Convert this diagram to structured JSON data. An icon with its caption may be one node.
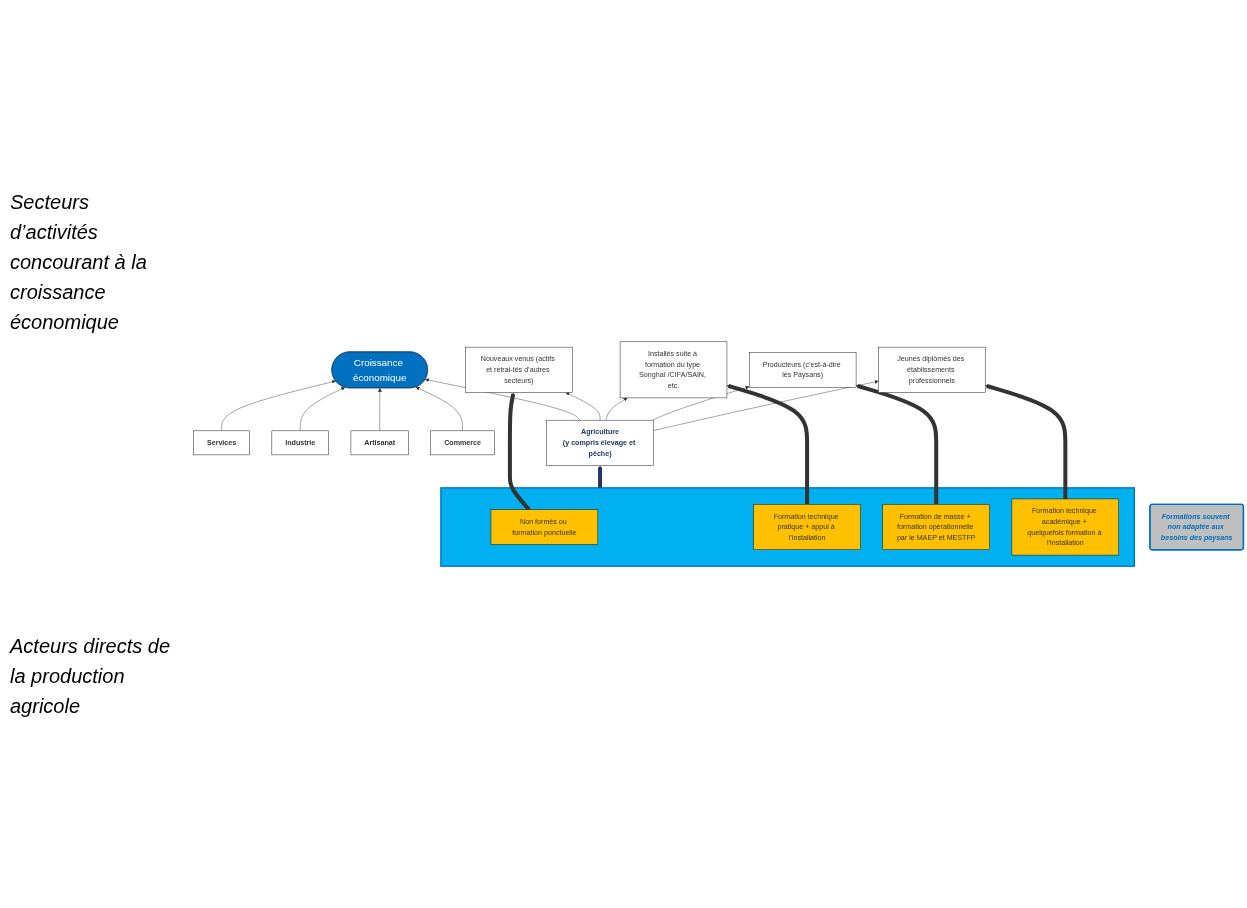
{
  "diagram": {
    "nodes": [
      {
        "text": [
          "Croissance économique"
        ]
      },
      {
        "text": [
          "Services"
        ]
      },
      {
        "text": [
          "Industrie"
        ]
      },
      {
        "text": [
          "Artisanat"
        ]
      },
      {
        "text": [
          "Commerce"
        ]
      },
      {
        "text": [
          "Agriculture",
          "(y compris élevage et pêche)"
        ]
      },
      {
        "text": [
          "Nouveaux venus (actifs et retrai-tés d’autres secteurs)"
        ]
      },
      {
        "text": [
          "Installés suite à formation du type Songhaï /CIFA/SAIN, etc."
        ]
      },
      {
        "text": [
          "Producteurs (c’est-à-dire les Paysans)"
        ]
      },
      {
        "text": [
          "Jeunes diplômés des établissements professionnels"
        ]
      },
      {
        "text": [],
        "shape": "box"
      },
      {
        "text": [
          "Non formés ou formation ponctuelle"
        ],
        "in": 10
      },
      {
        "text": [
          "Formation technique pratique + appui à l’installation"
        ],
        "in": 10
      },
      {
        "text": [
          "Formation de masse + formation opérationnelle par le MAEP et MESTFP"
        ],
        "in": 10
      },
      {
        "text": [
          "Formation technique académique + quelquefois formation à l’installation"
        ],
        "in": 10
      },
      {
        "text": [
          "Formations souvent non adaptée aux besoins des paysans"
        ]
      }
    ],
    "edges": [
      {
        "from": 1,
        "to": 0,
        "arrow": "to"
      },
      {
        "from": 2,
        "to": 0,
        "arrow": "to"
      },
      {
        "from": 3,
        "to": 0,
        "arrow": "to"
      },
      {
        "from": 4,
        "to": 0,
        "arrow": "to"
      },
      {
        "from": 5,
        "to": 0,
        "arrow": "to"
      },
      {
        "from": 5,
        "to": 6,
        "arrow": "to"
      },
      {
        "from": 5,
        "to": 7,
        "arrow": "to"
      },
      {
        "from": 5,
        "to": 8,
        "arrow": "to"
      },
      {
        "from": 5,
        "to": 9,
        "arrow": "to"
      },
      {
        "from": 11,
        "to": 6,
        "arrow": "to",
        "style": "thick"
      },
      {
        "from": 12,
        "to": 7,
        "arrow": "to",
        "style": "thick"
      },
      {
        "from": 13,
        "to": 8,
        "arrow": "to",
        "style": "thick"
      },
      {
        "from": 14,
        "to": 9,
        "arrow": "to",
        "style": "thick"
      },
      {
        "from": 10,
        "to": 5,
        "arrow": "to",
        "style": "thick",
        "color": "#1f3864"
      }
    ],
    "labels": [
      "Secteurs d’activités concourant à la croissance économique",
      "Acteurs directs de la production agricole"
    ]
  }
}
